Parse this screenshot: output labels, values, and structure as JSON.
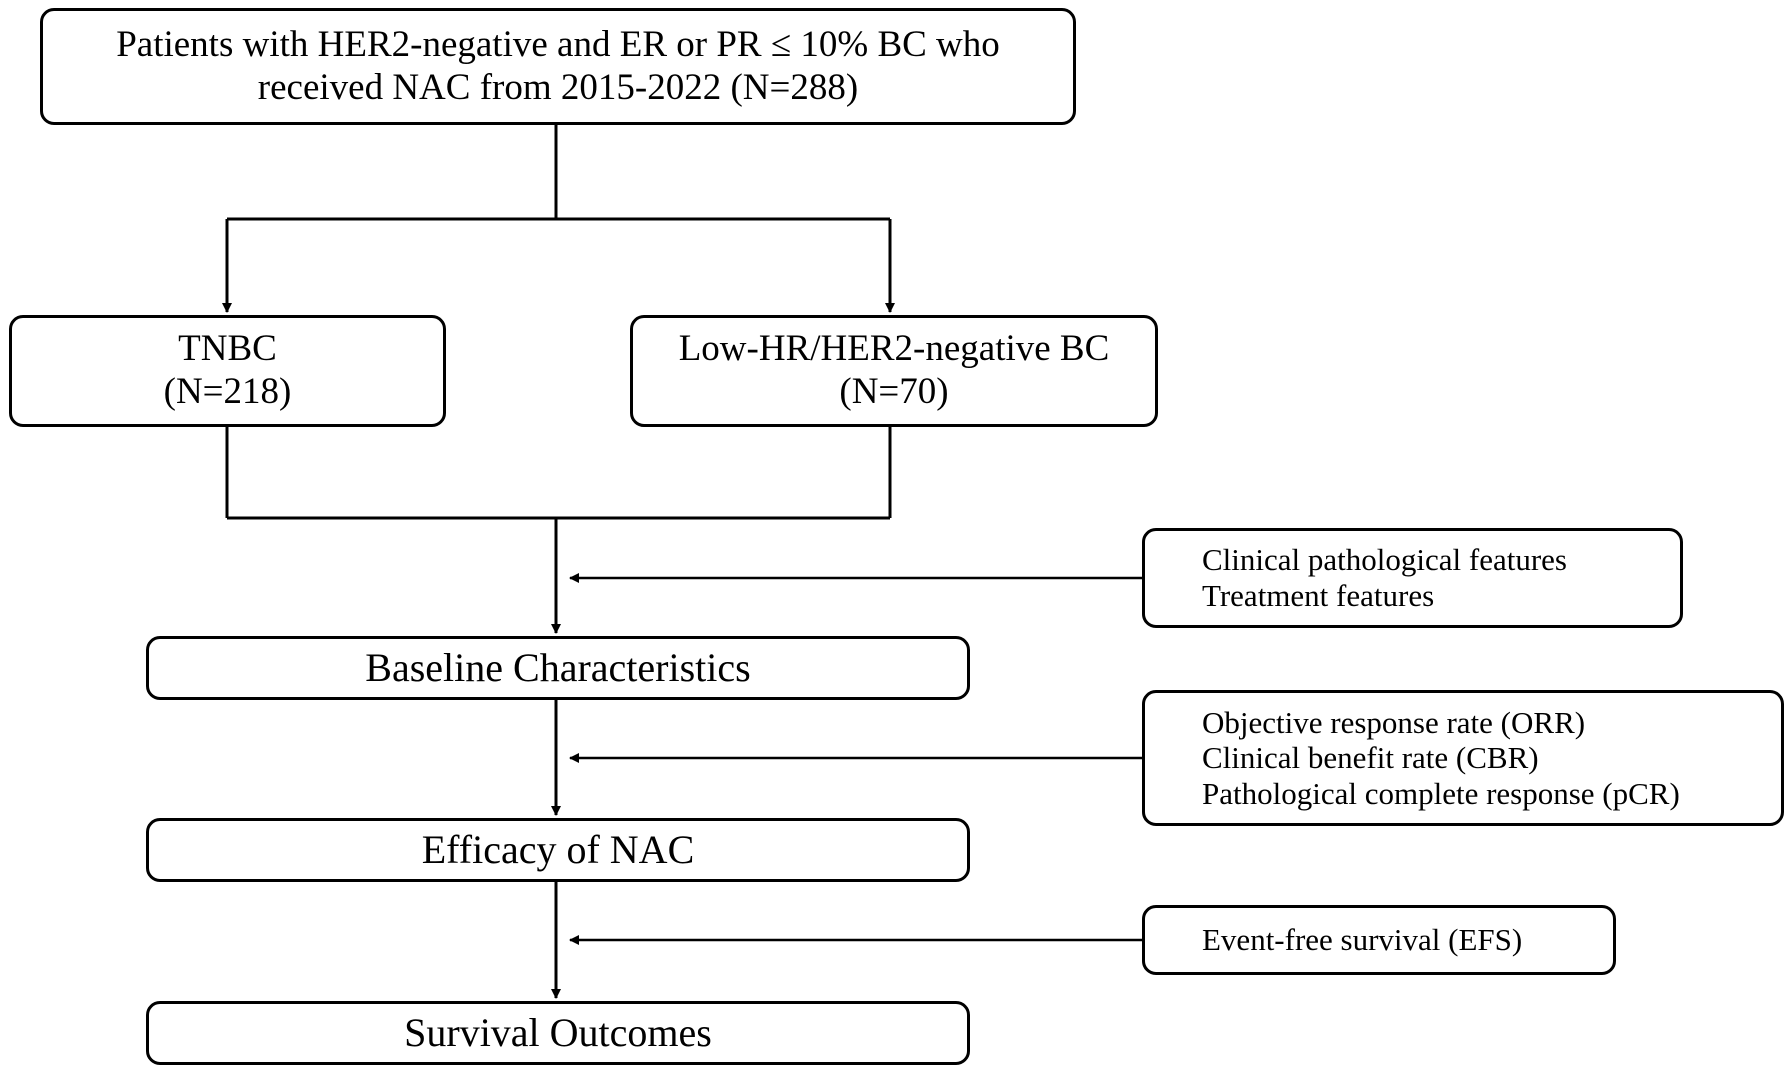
{
  "flowchart": {
    "top_box": {
      "line1": "Patients with HER2-negative and ER or PR ≤ 10% BC who",
      "line2": "received NAC from 2015-2022 (N=288)"
    },
    "group_tnbc": {
      "label": "TNBC",
      "count": "(N=218)"
    },
    "group_low_hr": {
      "label": "Low-HR/HER2-negative BC",
      "count": "(N=70)"
    },
    "stages": {
      "baseline": "Baseline Characteristics",
      "efficacy": "Efficacy of NAC",
      "survival": "Survival Outcomes"
    },
    "side_notes": {
      "baseline_inputs": [
        "Clinical pathological features",
        "Treatment features"
      ],
      "efficacy_inputs": [
        "Objective response rate (ORR)",
        "Clinical benefit rate (CBR)",
        "Pathological complete response (pCR)"
      ],
      "survival_inputs": [
        "Event-free survival (EFS)"
      ]
    }
  }
}
